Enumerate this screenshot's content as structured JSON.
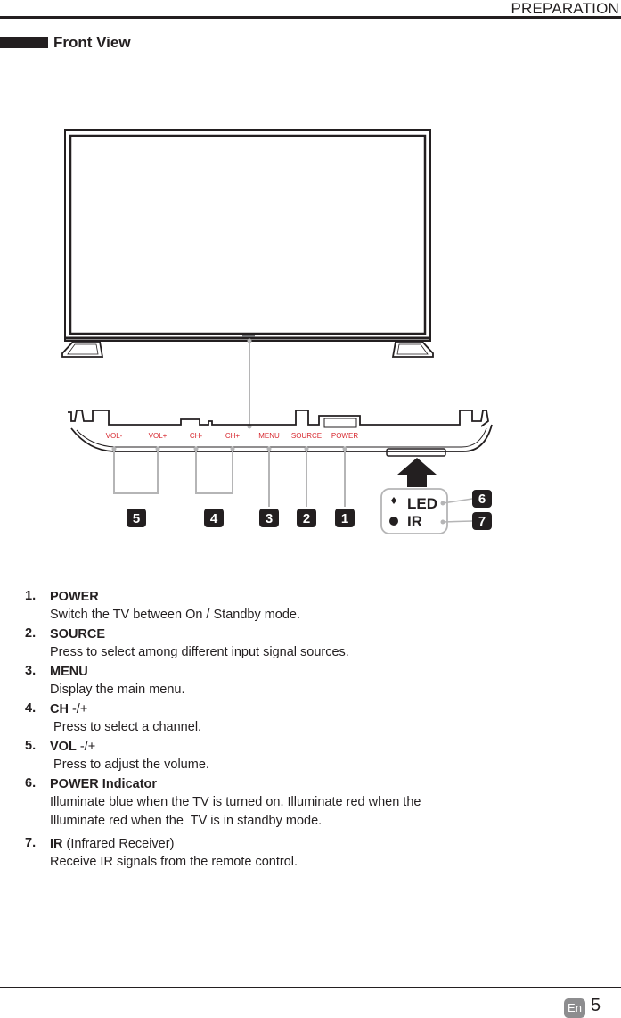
{
  "header": {
    "section": "PREPARATION"
  },
  "page_title": "Front View",
  "figure": {
    "buttons": [
      "VOL-",
      "VOL+",
      "CH-",
      "CH+",
      "MENU",
      "SOURCE",
      "POWER"
    ],
    "callouts": [
      "5",
      "4",
      "3",
      "2",
      "1",
      "6",
      "7"
    ],
    "indicator_labels": {
      "led": "LED",
      "ir": "IR"
    },
    "colors": {
      "button_text": "#d7282f",
      "callout_bg": "#231f20",
      "connector": "#b5b5b6"
    }
  },
  "items": [
    {
      "num": "1.",
      "title": "POWER",
      "suffix": "",
      "desc": [
        "Switch the TV between On / Standby mode."
      ]
    },
    {
      "num": "2.",
      "title": "SOURCE",
      "suffix": "",
      "desc": [
        "Press to select among different input signal sources."
      ]
    },
    {
      "num": "3.",
      "title": "MENU",
      "suffix": "",
      "desc": [
        "Display the main menu."
      ]
    },
    {
      "num": "4.",
      "title": "CH",
      "suffix": " -/+",
      "desc": [
        " Press to select a channel."
      ]
    },
    {
      "num": "5.",
      "title": "VOL",
      "suffix": " -/+",
      "desc": [
        " Press to adjust the volume."
      ]
    },
    {
      "num": "6.",
      "title": "POWER Indicator",
      "suffix": "",
      "desc": [
        "Illuminate blue when the TV is turned on. Illuminate red when the",
        "Illuminate red when the  TV is in standby mode."
      ]
    },
    {
      "num": "7.",
      "title": "IR",
      "suffix": " (Infrared Receiver)",
      "desc": [
        "Receive IR signals from the remote control."
      ]
    }
  ],
  "footer": {
    "lang": "En",
    "page": "5"
  }
}
